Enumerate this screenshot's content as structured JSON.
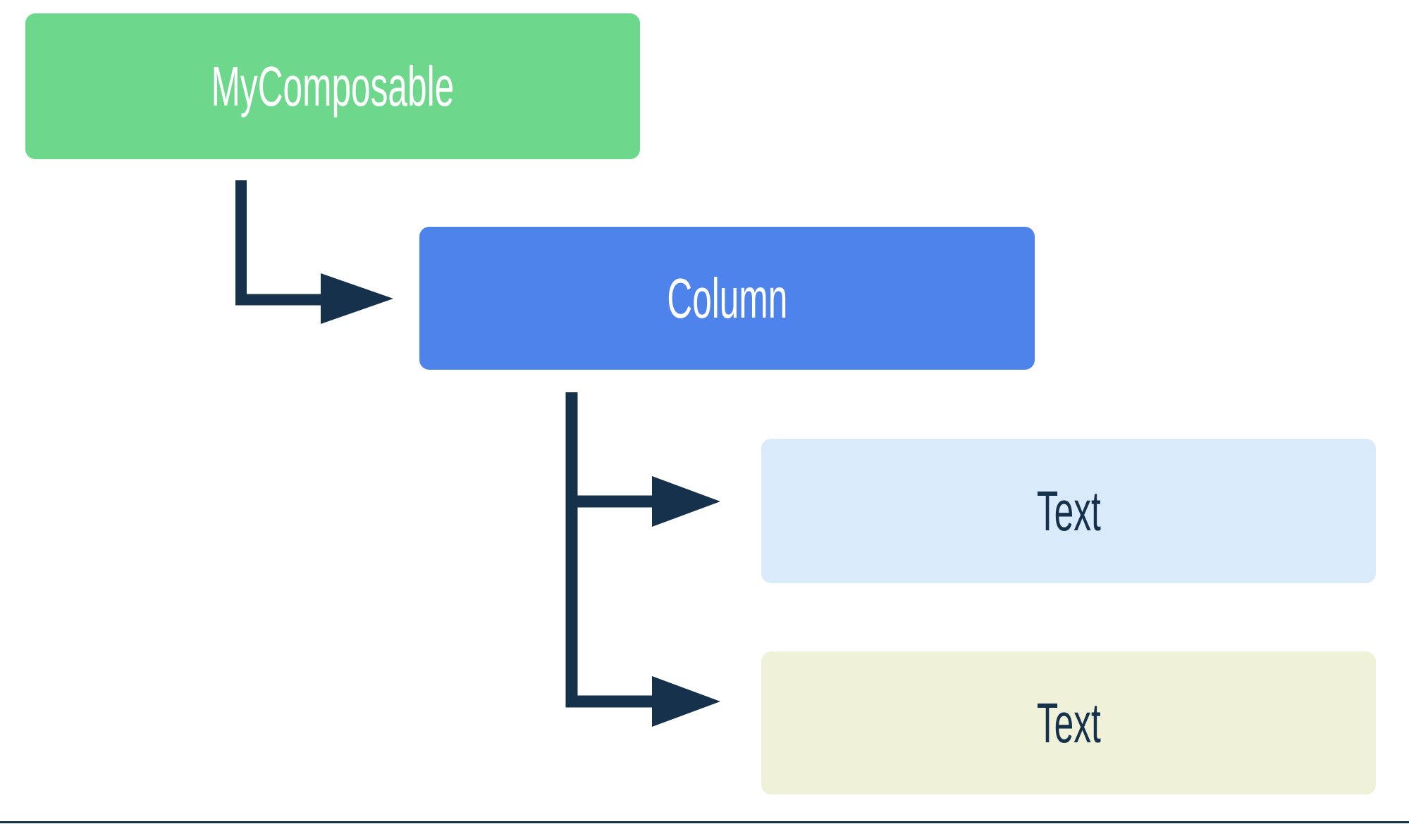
{
  "diagram": {
    "title": "Composable hierarchy tree",
    "background": "#ffffff",
    "connector_color": "#15314B",
    "divider_color": "#15314B"
  },
  "nodes": {
    "root": {
      "label": "MyComposable",
      "fill": "#6DD78B",
      "text_color": "#FFFFFF"
    },
    "column": {
      "label": "Column",
      "fill": "#4F83EC",
      "text_color": "#FFFFFF"
    },
    "text_1": {
      "label": "Text",
      "fill": "#D9EAFB",
      "text_color": "#15314B"
    },
    "text_2": {
      "label": "Text",
      "fill": "#EFF2D8",
      "text_color": "#15314B"
    }
  },
  "edges": [
    {
      "from": "root",
      "to": "column",
      "style": "elbow-arrow"
    },
    {
      "from": "column",
      "to": "text_1",
      "style": "elbow-arrow"
    },
    {
      "from": "column",
      "to": "text_2",
      "style": "elbow-arrow"
    }
  ]
}
